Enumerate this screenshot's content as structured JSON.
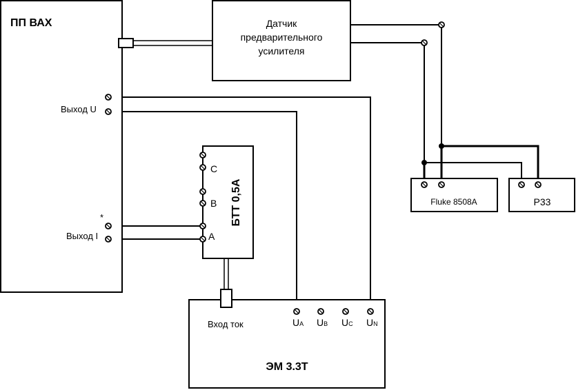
{
  "blocks": {
    "pp_vax": {
      "title": "ПП ВАХ",
      "out_u": "Выход U",
      "out_i": "Выход I",
      "star": "*"
    },
    "sensor": {
      "line1": "Датчик",
      "line2": "предварительного",
      "line3": "усилителя"
    },
    "btt": {
      "title": "БТТ 0,5А",
      "term_c": "C",
      "term_b": "B",
      "term_a": "A"
    },
    "em": {
      "title": "ЭМ 3.3Т",
      "input_current": "Вход  ток",
      "terminals": [
        {
          "main": "U",
          "sub": "A"
        },
        {
          "main": "U",
          "sub": "B"
        },
        {
          "main": "U",
          "sub": "C"
        },
        {
          "main": "U",
          "sub": "N"
        }
      ]
    },
    "fluke": {
      "title": "Fluke 8508A"
    },
    "p33": {
      "title": "Р33"
    }
  }
}
